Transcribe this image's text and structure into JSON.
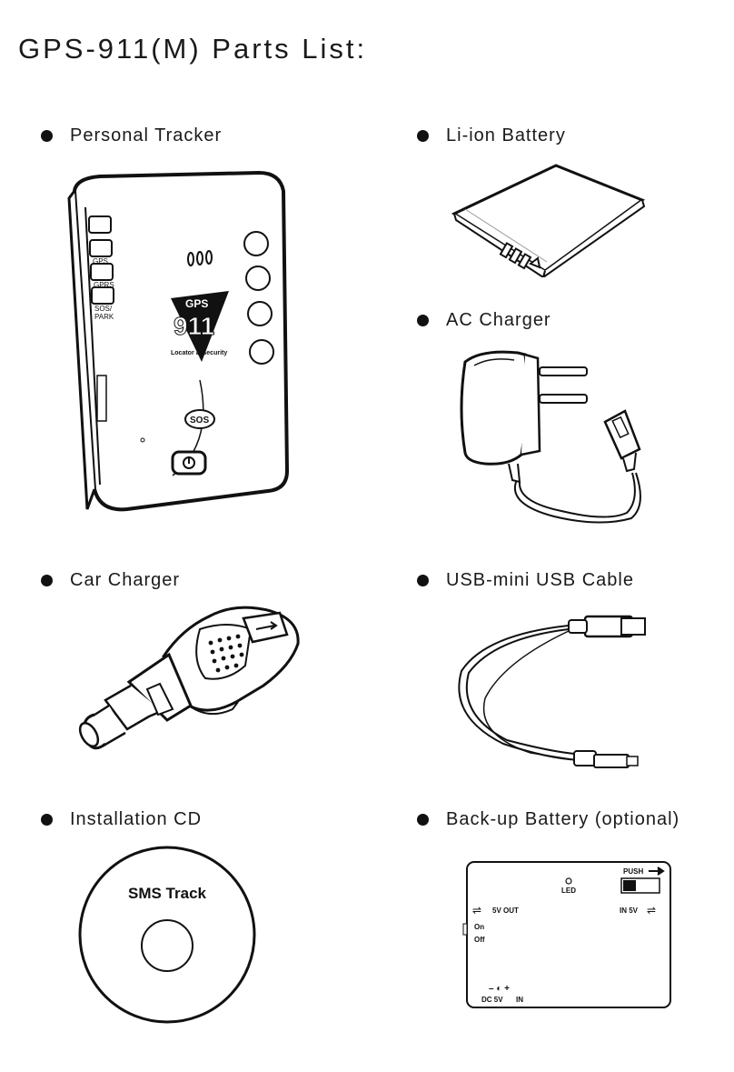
{
  "page_title": "GPS-911(M) Parts List:",
  "parts": [
    {
      "label": "Personal Tracker"
    },
    {
      "label": "Li-ion Battery"
    },
    {
      "label": "AC Charger"
    },
    {
      "label": "Car Charger"
    },
    {
      "label": "USB-mini USB Cable"
    },
    {
      "label": "Installation CD"
    },
    {
      "label": "Back-up Battery (optional)"
    }
  ],
  "tracker_labels": {
    "gps": "GPS",
    "gprs": "GPRS",
    "sos_park_1": "SOS/",
    "sos_park_2": "PARK",
    "logo_top": "GPS",
    "logo_num": "911",
    "logo_sub": "Locator & Security",
    "sos_button": "SOS"
  },
  "cd_label": "SMS Track",
  "backup_labels": {
    "push": "PUSH",
    "led": "LED",
    "out": "5V OUT",
    "in": "IN 5V",
    "on": "On",
    "off": "Off",
    "dc": "DC 5V",
    "dc_in": "IN"
  }
}
